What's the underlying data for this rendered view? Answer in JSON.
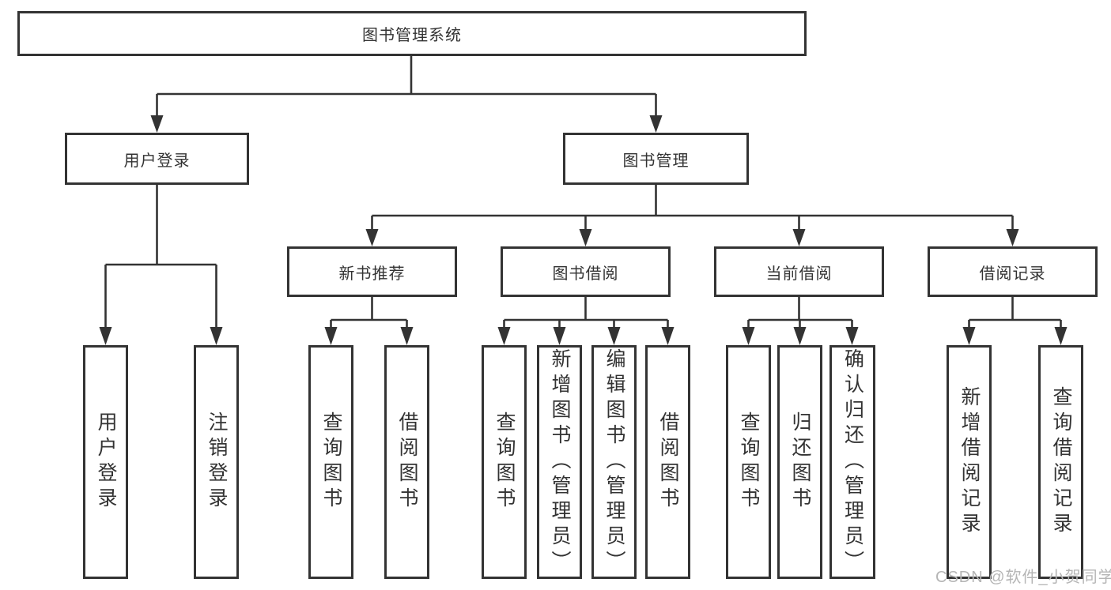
{
  "colors": {
    "line": "#333333",
    "text": "#333333",
    "watermark": "#b5b5b5",
    "background": "#ffffff"
  },
  "tree": {
    "root": "图书管理系统",
    "branches": [
      {
        "label": "用户登录",
        "leaves": [
          "用户登录",
          "注销登录"
        ]
      },
      {
        "label": "图书管理",
        "sections": [
          {
            "label": "新书推荐",
            "leaves": [
              "查询图书",
              "借阅图书"
            ]
          },
          {
            "label": "图书借阅",
            "leaves": [
              "查询图书",
              "新增图书（管理员）",
              "编辑图书（管理员）",
              "借阅图书"
            ]
          },
          {
            "label": "当前借阅",
            "leaves": [
              "查询图书",
              "归还图书",
              "确认归还（管理员）"
            ]
          },
          {
            "label": "借阅记录",
            "leaves": [
              "新增借阅记录",
              "查询借阅记录"
            ]
          }
        ]
      }
    ]
  },
  "watermark": "CSDN @软件_小贺同学"
}
